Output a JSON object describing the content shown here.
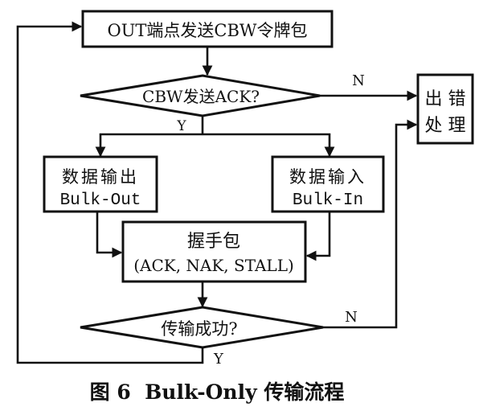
{
  "diagram": {
    "type": "flowchart",
    "nodes": {
      "start": {
        "kind": "process",
        "label": "OUT端点发送CBW令牌包"
      },
      "cbw_ack": {
        "kind": "decision",
        "label": "CBW发送ACK?"
      },
      "error": {
        "kind": "process",
        "label_line1": "出 错",
        "label_line2": "处 理"
      },
      "bulk_out": {
        "kind": "process",
        "label_line1": "数据输出",
        "label_line2": "Bulk-Out"
      },
      "bulk_in": {
        "kind": "process",
        "label_line1": "数据输入",
        "label_line2": "Bulk-In"
      },
      "handshake": {
        "kind": "process",
        "label_line1": "握手包",
        "label_line2": "(ACK, NAK, STALL)"
      },
      "success": {
        "kind": "decision",
        "label": "传输成功?"
      }
    },
    "edges": [
      {
        "from": "start",
        "to": "cbw_ack",
        "label": ""
      },
      {
        "from": "cbw_ack",
        "to": "error",
        "label": "N"
      },
      {
        "from": "cbw_ack",
        "to": "bulk_out",
        "label": "Y"
      },
      {
        "from": "cbw_ack",
        "to": "bulk_in",
        "label": "Y"
      },
      {
        "from": "bulk_out",
        "to": "handshake",
        "label": ""
      },
      {
        "from": "bulk_in",
        "to": "handshake",
        "label": ""
      },
      {
        "from": "handshake",
        "to": "success",
        "label": ""
      },
      {
        "from": "success",
        "to": "error",
        "label": "N"
      },
      {
        "from": "success",
        "to": "start",
        "label": "Y"
      }
    ],
    "edge_labels": {
      "cbw_no": "N",
      "cbw_yes": "Y",
      "success_no": "N",
      "success_yes": "Y"
    },
    "caption": "图 6  Bulk-Only 传输流程"
  }
}
